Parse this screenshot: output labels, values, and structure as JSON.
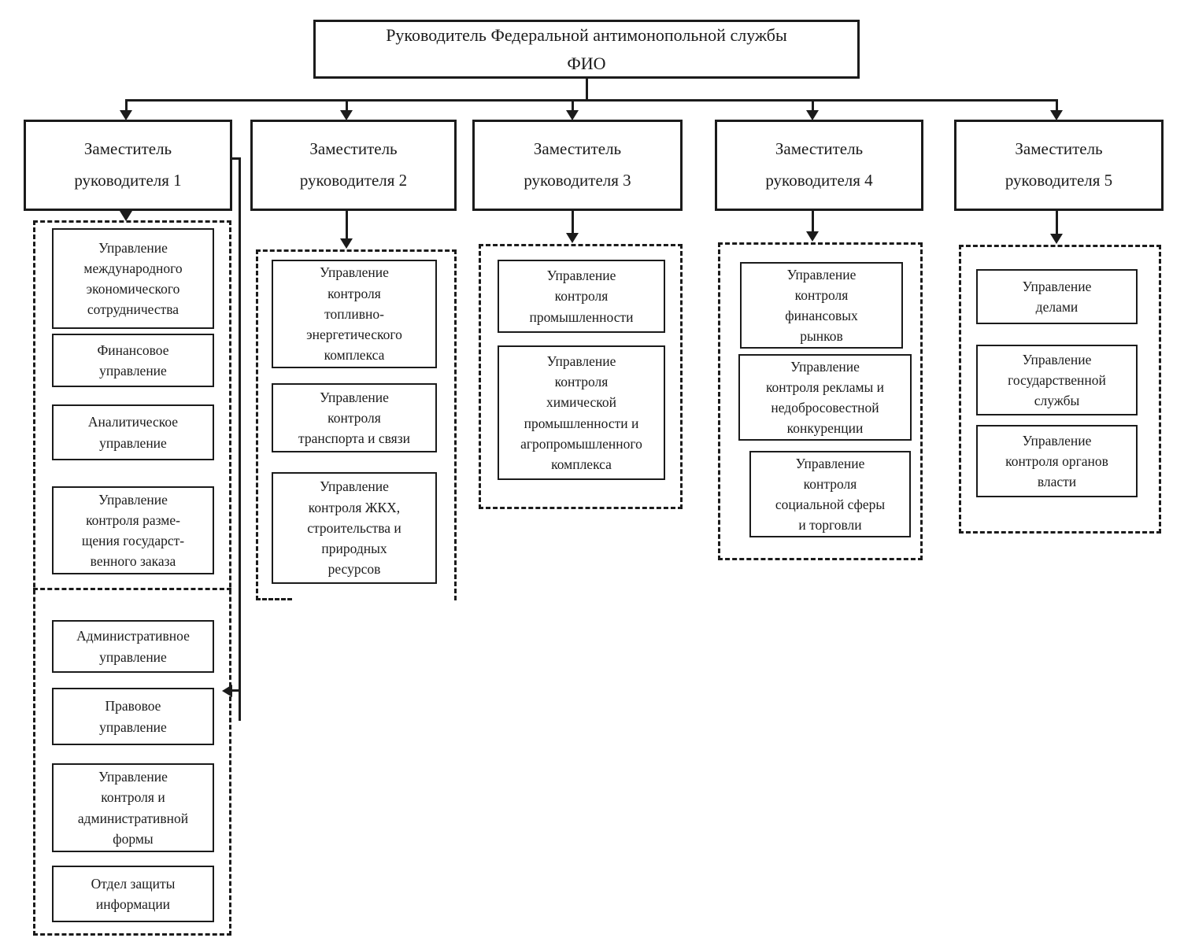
{
  "diagram": {
    "root": {
      "label": "Руководитель Федеральной антимонопольной службы\nФИО"
    },
    "deputies": [
      {
        "label": "Заместитель\nруководителя 1"
      },
      {
        "label": "Заместитель\nруководителя 2"
      },
      {
        "label": "Заместитель\nруководителя 3"
      },
      {
        "label": "Заместитель\nруководителя 4"
      },
      {
        "label": "Заместитель\nруководителя 5"
      }
    ],
    "groups": [
      {
        "units": [
          {
            "label": "Управление\nмеждународного\nэкономического\nсотрудничества"
          },
          {
            "label": "Финансовое\nуправление"
          },
          {
            "label": "Аналитическое\nуправление"
          },
          {
            "label": "Управление\nконтроля разме-\nщения государст-\nвенного заказа"
          },
          {
            "label": "Административное\nуправление"
          },
          {
            "label": "Правовое\nуправление"
          },
          {
            "label": "Управление\nконтроля и\nадминистративной\nформы"
          },
          {
            "label": "Отдел защиты\nинформации"
          }
        ]
      },
      {
        "units": [
          {
            "label": "Управление\nконтроля\nтопливно-\nэнергетического\nкомплекса"
          },
          {
            "label": "Управление\nконтроля\nтранспорта и связи"
          },
          {
            "label": "Управление\nконтроля ЖКХ,\nстроительства и\nприродных\nресурсов"
          }
        ]
      },
      {
        "units": [
          {
            "label": "Управление\nконтроля\nпромышленности"
          },
          {
            "label": "Управление\nконтроля\nхимической\nпромышленности и\nагропромышленного\nкомплекса"
          }
        ]
      },
      {
        "units": [
          {
            "label": "Управление\nконтроля\nфинансовых\nрынков"
          },
          {
            "label": "Управление\nконтроля рекламы и\nнедобросовестной\nконкуренции"
          },
          {
            "label": "Управление\nконтроля\nсоциальной сферы\nи торговли"
          }
        ]
      },
      {
        "units": [
          {
            "label": "Управление\nделами"
          },
          {
            "label": "Управление\nгосударственной\nслужбы"
          },
          {
            "label": "Управление\nконтроля органов\nвласти"
          }
        ]
      }
    ]
  }
}
